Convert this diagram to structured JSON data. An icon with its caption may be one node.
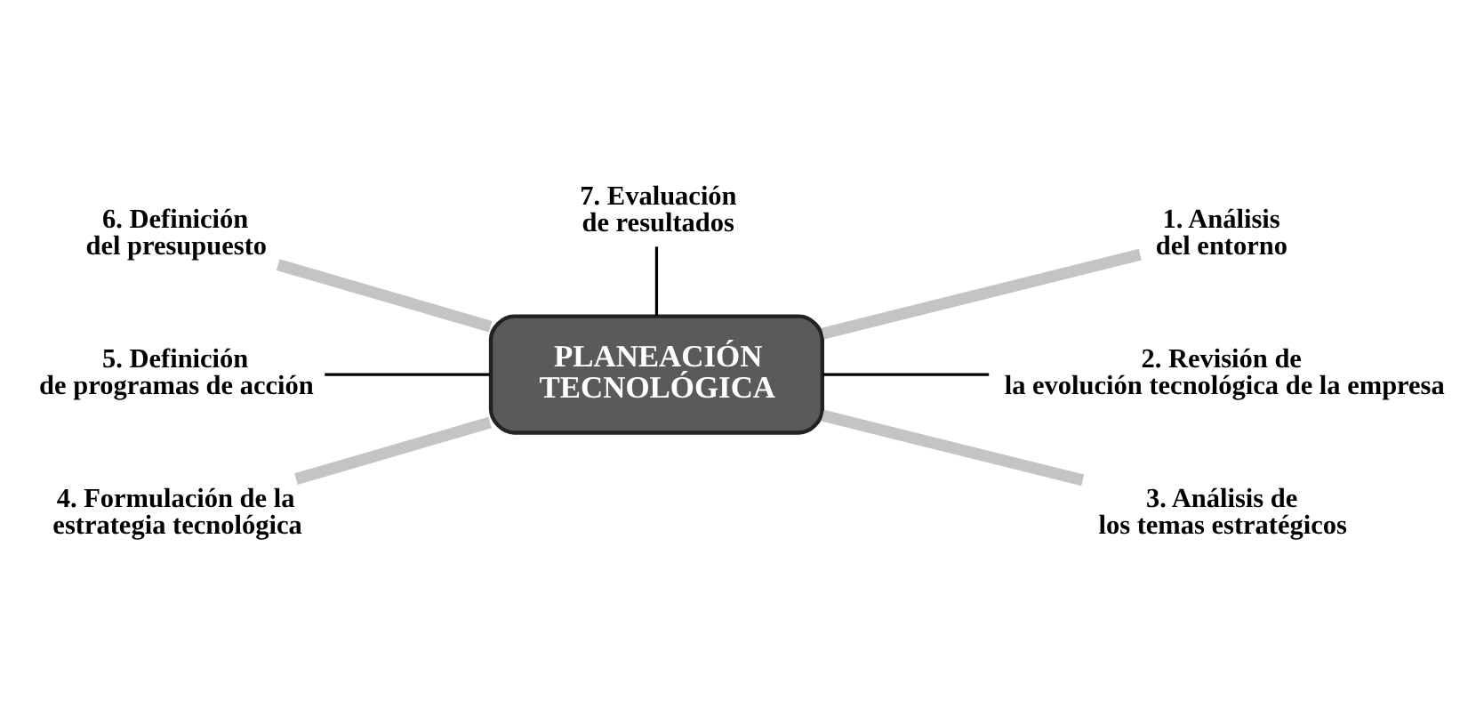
{
  "diagram": {
    "nodes": [
      {
        "text": [
          "7. Evaluación de resultados"
        ]
      },
      {
        "text": [
          "6. Definición del presupuesto"
        ]
      },
      {
        "text": [
          "1. Análisis del entorno"
        ]
      },
      {
        "text": [
          "PLANEACIÓN TECNOLÓGICA"
        ]
      },
      {
        "text": [
          "5. Definición de programas de acción"
        ]
      },
      {
        "text": [
          "2. Revisión de la evolución tecnológica de la empresa"
        ]
      },
      {
        "text": [
          "4. Formulación de la estrategia tecnológica"
        ]
      },
      {
        "text": [
          "3. Análisis de los temas estratégicos"
        ]
      }
    ],
    "edges": [
      {
        "from": 3,
        "to": 2,
        "arrow": "none"
      },
      {
        "from": 3,
        "to": 5,
        "arrow": "none",
        "color": "#000000"
      },
      {
        "from": 3,
        "to": 7,
        "arrow": "none"
      },
      {
        "from": 3,
        "to": 6,
        "arrow": "none"
      },
      {
        "from": 3,
        "to": 4,
        "arrow": "none",
        "color": "#000000"
      },
      {
        "from": 3,
        "to": 1,
        "arrow": "none"
      },
      {
        "from": 3,
        "to": 0,
        "arrow": "none",
        "color": "#000000"
      }
    ]
  }
}
